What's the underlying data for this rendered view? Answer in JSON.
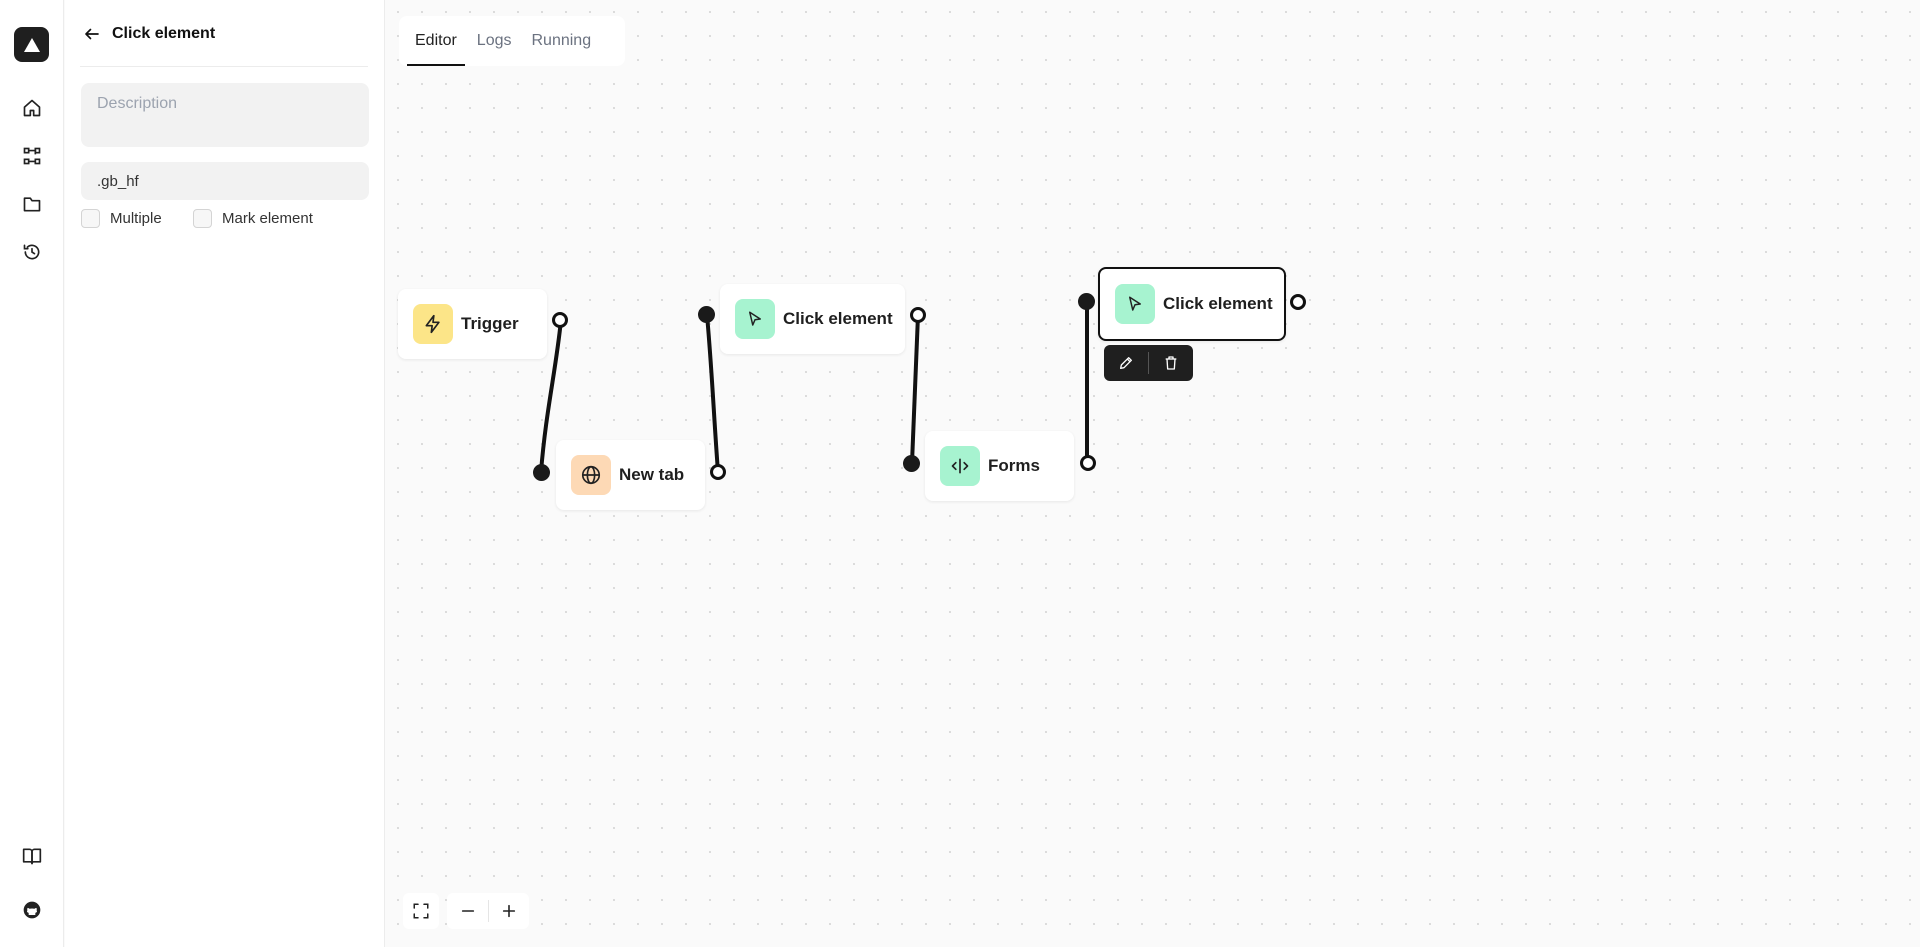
{
  "panel": {
    "title": "Click element",
    "description_placeholder": "Description",
    "selector_value": ".gb_hf",
    "multiple_label": "Multiple",
    "mark_element_label": "Mark element"
  },
  "tabs": [
    "Editor",
    "Logs",
    "Running"
  ],
  "nodes": {
    "trigger": "Trigger",
    "new_tab": "New tab",
    "click_element_1": "Click element",
    "forms": "Forms",
    "click_element_2": "Click element"
  },
  "icons": {
    "rail": [
      "app-logo-icon",
      "home-icon",
      "workflow-icon",
      "folder-icon",
      "history-icon",
      "book-icon",
      "github-icon"
    ],
    "trigger": "lightning-icon",
    "new_tab": "globe-icon",
    "click_element": "cursor-icon",
    "forms": "text-cursor-icon",
    "toolbar": [
      "pencil-icon",
      "trash-icon"
    ],
    "controls": [
      "fullscreen-icon",
      "zoom-out-icon",
      "zoom-in-icon"
    ]
  },
  "colors": {
    "trigger_icon_bg": "#fce588",
    "new_tab_icon_bg": "#fdd9b5",
    "click_icon_bg": "#a7f3d0",
    "forms_icon_bg": "#a7f3d0",
    "accent_dark": "#1f1f1f"
  }
}
